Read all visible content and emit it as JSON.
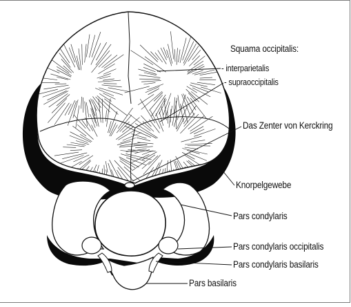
{
  "figure": {
    "colors": {
      "cartilage": "#0a0a0a",
      "bone_fill": "#ffffff",
      "hatching": "#1a1a1a",
      "leader_lines": "#111111",
      "frame": "#7a7a7a"
    },
    "labels": {
      "squama_title": "Squama occipitalis:",
      "interparietalis": "- interparietalis",
      "supraoccipitalis": "- supraoccipitalis",
      "kerckring": "Das Zenter von Kerckring",
      "knorpelgewebe": "Knorpelgewebe",
      "pars_condylaris": "Pars condylaris",
      "pars_condylaris_occipitalis": "Pars condylaris occipitalis",
      "pars_condylaris_basilaris": "Pars condylaris basilaris",
      "pars_basilaris": "Pars basilaris"
    }
  }
}
